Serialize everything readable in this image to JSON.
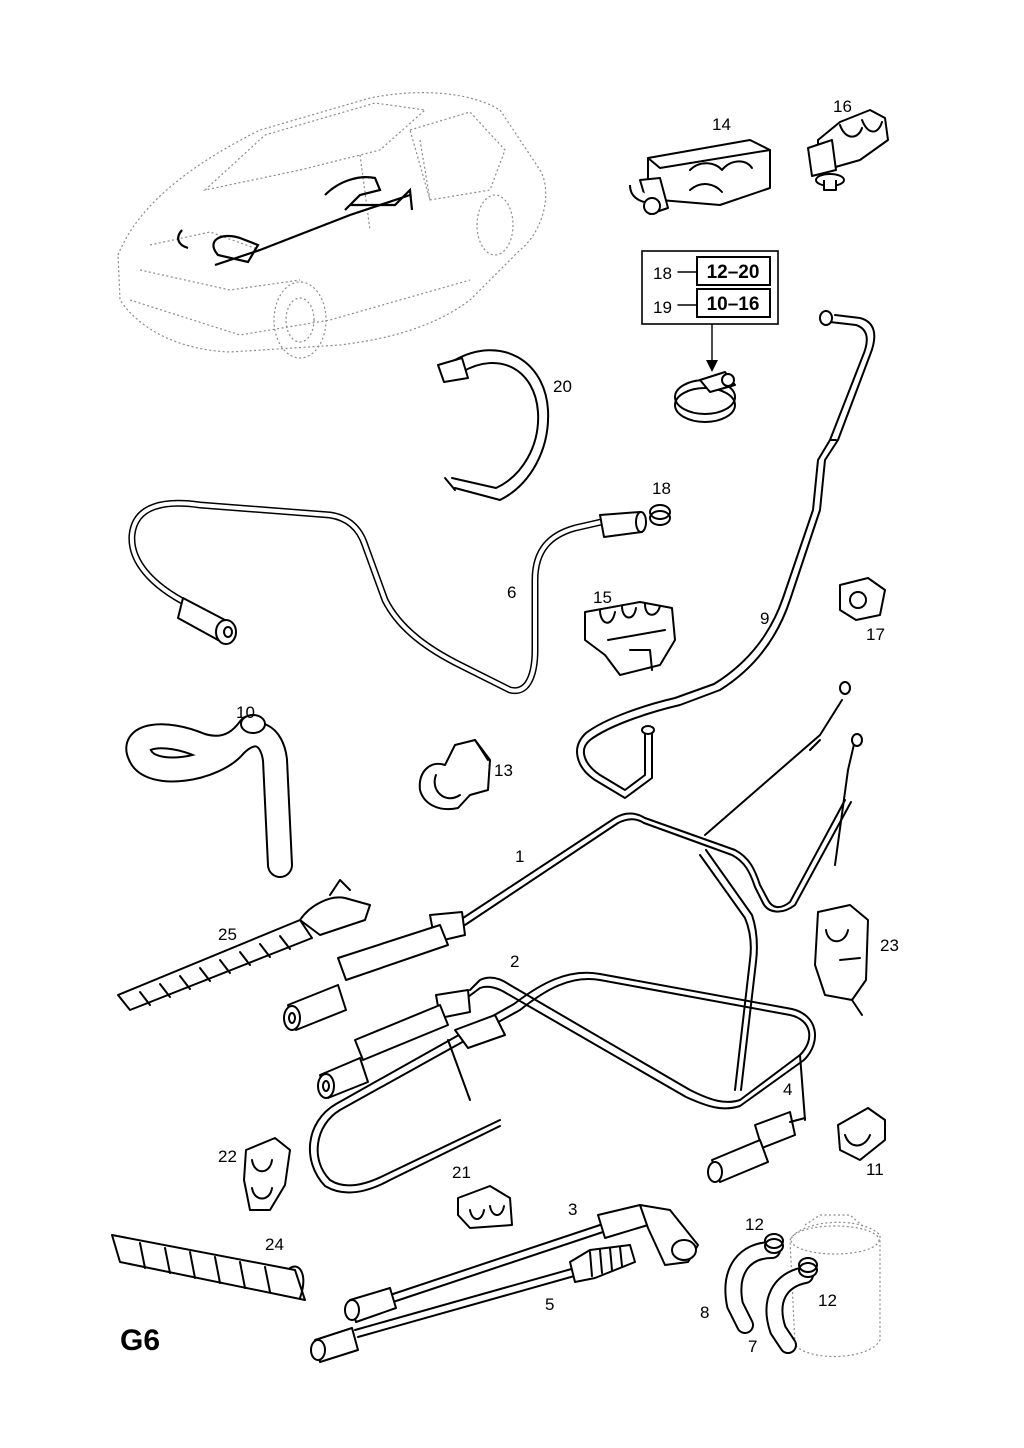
{
  "sheet_id": "G6",
  "size_table": {
    "rows": [
      {
        "ref": "18",
        "size": "12–20"
      },
      {
        "ref": "19",
        "size": "10–16"
      }
    ]
  },
  "callouts": {
    "c1": "1",
    "c2": "2",
    "c3": "3",
    "c4": "4",
    "c5": "5",
    "c6": "6",
    "c7": "7",
    "c8": "8",
    "c9": "9",
    "c10": "10",
    "c11": "11",
    "c12a": "12",
    "c12b": "12",
    "c13": "13",
    "c14": "14",
    "c15": "15",
    "c16": "16",
    "c17": "17",
    "c18": "18",
    "c20": "20",
    "c21": "21",
    "c22": "22",
    "c23": "23",
    "c24": "24",
    "c25": "25"
  }
}
